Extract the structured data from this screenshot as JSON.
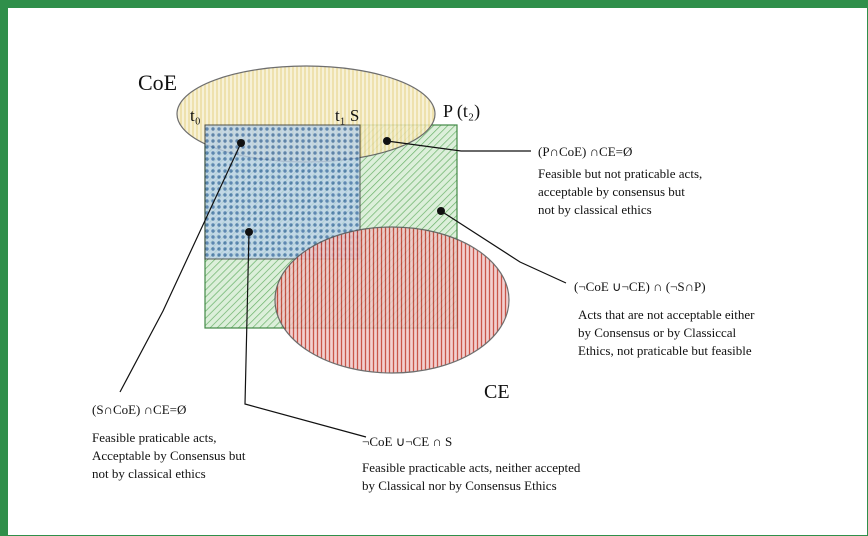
{
  "sets": {
    "coe": "CoE",
    "p_t2": "P (t₂)",
    "t0": "t₀",
    "t1_s": "t₁ S",
    "ce": "CE"
  },
  "annotations": {
    "a1": {
      "formula": "(P∩CoE) ∩CE=Ø",
      "lines": [
        "Feasible but not praticable acts,",
        "acceptable by consensus but",
        "not by classical ethics"
      ]
    },
    "a2": {
      "formula": "(¬CoE ∪¬CE) ∩ (¬S∩P)",
      "lines": [
        "Acts that are not acceptable either",
        "by Consensus or by Classiccal",
        "Ethics, not praticable but feasible"
      ]
    },
    "a3": {
      "formula": "(S∩CoE) ∩CE=Ø",
      "lines": [
        "Feasible praticable acts,",
        "Acceptable by Consensus but",
        "not by classical ethics"
      ]
    },
    "a4": {
      "formula": "¬CoE ∪¬CE ∩ S",
      "lines": [
        "Feasible practicable acts, neither accepted",
        "by Classical nor by Consensus Ethics"
      ]
    }
  },
  "colors": {
    "frame": "#2f8f4a",
    "coe": "#f3e3a6",
    "p": "#8fd08f",
    "s": "#6a9fd0",
    "ce": "#d87a7a"
  }
}
